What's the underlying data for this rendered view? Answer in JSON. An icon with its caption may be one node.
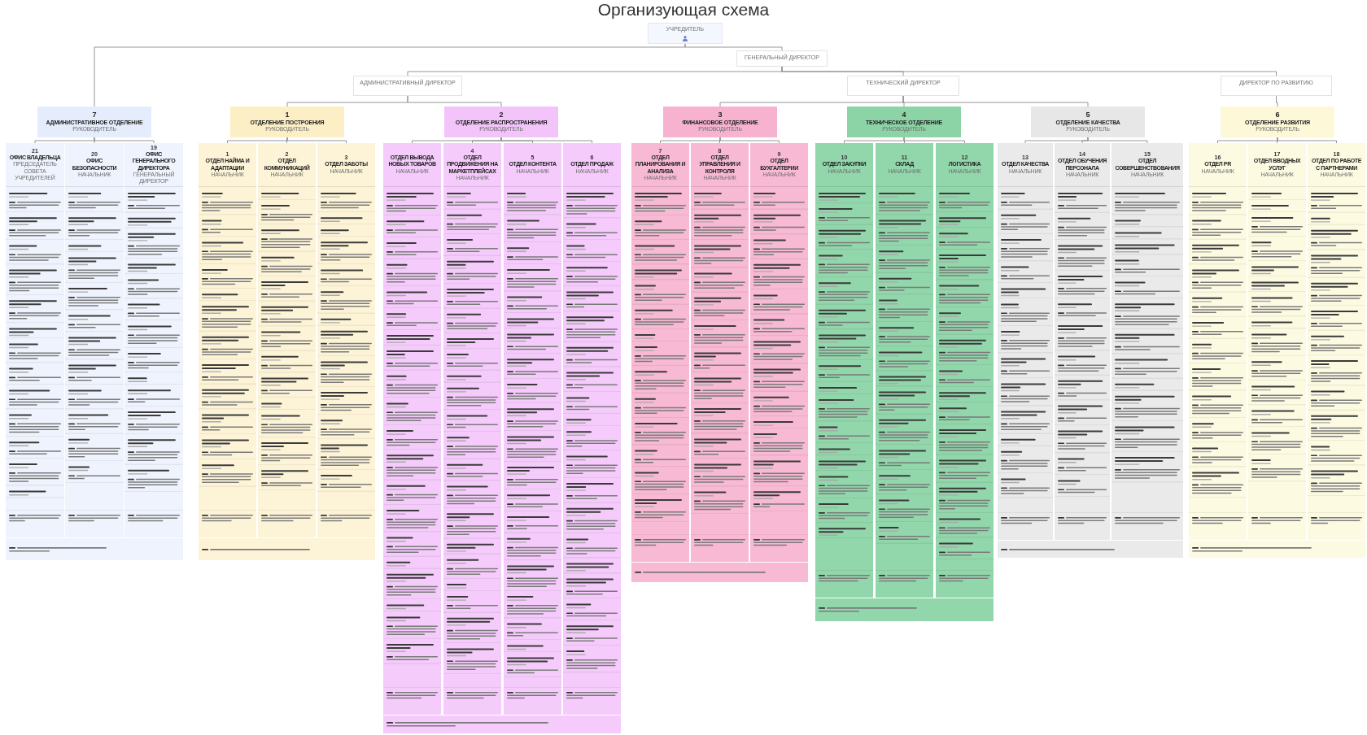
{
  "diagram": {
    "title": "Организующая схема",
    "nodes": [
      {
        "text": [
          "УЧРЕДИТЕЛЬ"
        ]
      },
      {
        "text": [
          "ГЕНЕРАЛЬНЫЙ ДИРЕКТОР"
        ]
      },
      {
        "text": [
          "АДМИНИСТРАТИВНЫЙ ДИРЕКТОР"
        ]
      },
      {
        "text": [
          "ТЕХНИЧЕСКИЙ ДИРЕКТОР"
        ]
      },
      {
        "text": [
          "ДИРЕКТОР ПО РАЗВИТИЮ"
        ]
      },
      {
        "text": [
          "7",
          "АДМИНИСТРАТИВНОЕ ОТДЕЛЕНИЕ",
          "РУКОВОДИТЕЛЬ"
        ]
      },
      {
        "text": [
          "1",
          "ОТДЕЛЕНИЕ ПОСТРОЕНИЯ",
          "РУКОВОДИТЕЛЬ"
        ]
      },
      {
        "text": [
          "2",
          "ОТДЕЛЕНИЕ РАСПРОСТРАНЕНИЯ",
          "РУКОВОДИТЕЛЬ"
        ]
      },
      {
        "text": [
          "3",
          "ФИНАНСОВОЕ ОТДЕЛЕНИЕ",
          "РУКОВОДИТЕЛЬ"
        ]
      },
      {
        "text": [
          "4",
          "ТЕХНИЧЕСКОЕ ОТДЕЛЕНИЕ",
          "РУКОВОДИТЕЛЬ"
        ]
      },
      {
        "text": [
          "5",
          "ОТДЕЛЕНИЕ КАЧЕСТВА",
          "РУКОВОДИТЕЛЬ"
        ]
      },
      {
        "text": [
          "6",
          "ОТДЕЛЕНИЕ РАЗВИТИЯ",
          "РУКОВОДИТЕЛЬ"
        ]
      },
      {
        "text": [
          "21",
          "ОФИС ВЛАДЕЛЬЦА",
          "ПРЕДСЕДАТЕЛЬ СОВЕТА УЧРЕДИТЕЛЕЙ"
        ]
      },
      {
        "text": [
          "20",
          "ОФИС БЕЗОПАСНОСТИ",
          "НАЧАЛЬНИК"
        ]
      },
      {
        "text": [
          "19",
          "ОФИС ГЕНЕРАЛЬНОГО ДИРЕКТОРА",
          "ГЕНЕРАЛЬНЫЙ ДИРЕКТОР"
        ]
      },
      {
        "text": [
          "1",
          "ОТДЕЛ НАЙМА И АДАПТАЦИИ",
          "НАЧАЛЬНИК"
        ]
      },
      {
        "text": [
          "2",
          "ОТДЕЛ КОММУНИКАЦИЙ",
          "НАЧАЛЬНИК"
        ]
      },
      {
        "text": [
          "3",
          "ОТДЕЛ ЗАБОТЫ",
          "НАЧАЛЬНИК"
        ]
      },
      {
        "text": [
          "ОТДЕЛ ВЫВОДА НОВЫХ ТОВАРОВ",
          "НАЧАЛЬНИК"
        ]
      },
      {
        "text": [
          "4",
          "ОТДЕЛ ПРОДВИЖЕНИЯ НА МАРКЕТПЛЕЙСАХ",
          "НАЧАЛЬНИК"
        ]
      },
      {
        "text": [
          "5",
          "ОТДЕЛ КОНТЕНТА",
          "НАЧАЛЬНИК"
        ]
      },
      {
        "text": [
          "6",
          "ОТДЕЛ ПРОДАЖ",
          "НАЧАЛЬНИК"
        ]
      },
      {
        "text": [
          "7",
          "ОТДЕЛ ПЛАНИРОВАНИЯ И АНАЛИЗА",
          "НАЧАЛЬНИК"
        ]
      },
      {
        "text": [
          "8",
          "ОТДЕЛ УПРАВЛЕНИЯ И КОНТРОЛЯ",
          "НАЧАЛЬНИК"
        ]
      },
      {
        "text": [
          "9",
          "ОТДЕЛ БУХГАЛТЕРИИ",
          "НАЧАЛЬНИК"
        ]
      },
      {
        "text": [
          "10",
          "ОТДЕЛ ЗАКУПКИ",
          "НАЧАЛЬНИК"
        ]
      },
      {
        "text": [
          "11",
          "СКЛАД",
          "НАЧАЛЬНИК"
        ]
      },
      {
        "text": [
          "12",
          "ЛОГИСТИКА",
          "НАЧАЛЬНИК"
        ]
      },
      {
        "text": [
          "13",
          "ОТДЕЛ КАЧЕСТВА",
          "НАЧАЛЬНИК"
        ]
      },
      {
        "text": [
          "14",
          "ОТДЕЛ ОБУЧЕНИЯ ПЕРСОНАЛА",
          "НАЧАЛЬНИК"
        ]
      },
      {
        "text": [
          "15",
          "ОТДЕЛ СОВЕРШЕНСТВОВАНИЯ",
          "НАЧАЛЬНИК"
        ]
      },
      {
        "text": [
          "16",
          "ОТДЕЛ PR",
          "НАЧАЛЬНИК"
        ]
      },
      {
        "text": [
          "17",
          "ОТДЕЛ ВВОДНЫХ УСЛУГ",
          "НАЧАЛЬНИК"
        ]
      },
      {
        "text": [
          "18",
          "ОТДЕЛ ПО РАБОТЕ С ПАРТНЕРАМИ",
          "НАЧАЛЬНИК"
        ]
      }
    ],
    "edges": [
      {
        "from": 0,
        "to": 1,
        "arrow": "none"
      },
      {
        "from": 0,
        "to": 5,
        "arrow": "none"
      },
      {
        "from": 1,
        "to": 2,
        "arrow": "none"
      },
      {
        "from": 1,
        "to": 3,
        "arrow": "none"
      },
      {
        "from": 1,
        "to": 4,
        "arrow": "none"
      },
      {
        "from": 2,
        "to": 6,
        "arrow": "none"
      },
      {
        "from": 2,
        "to": 7,
        "arrow": "none"
      },
      {
        "from": 3,
        "to": 8,
        "arrow": "none"
      },
      {
        "from": 3,
        "to": 9,
        "arrow": "none"
      },
      {
        "from": 3,
        "to": 10,
        "arrow": "none"
      },
      {
        "from": 4,
        "to": 11,
        "arrow": "none"
      },
      {
        "from": 5,
        "to": 12,
        "arrow": "none"
      },
      {
        "from": 5,
        "to": 13,
        "arrow": "none"
      },
      {
        "from": 5,
        "to": 14,
        "arrow": "none"
      },
      {
        "from": 6,
        "to": 15,
        "arrow": "none"
      },
      {
        "from": 6,
        "to": 16,
        "arrow": "none"
      },
      {
        "from": 6,
        "to": 17,
        "arrow": "none"
      },
      {
        "from": 7,
        "to": 18,
        "arrow": "none"
      },
      {
        "from": 7,
        "to": 19,
        "arrow": "none"
      },
      {
        "from": 7,
        "to": 20,
        "arrow": "none"
      },
      {
        "from": 7,
        "to": 21,
        "arrow": "none"
      },
      {
        "from": 8,
        "to": 22,
        "arrow": "none"
      },
      {
        "from": 8,
        "to": 23,
        "arrow": "none"
      },
      {
        "from": 8,
        "to": 24,
        "arrow": "none"
      },
      {
        "from": 9,
        "to": 25,
        "arrow": "none"
      },
      {
        "from": 9,
        "to": 26,
        "arrow": "none"
      },
      {
        "from": 9,
        "to": 27,
        "arrow": "none"
      },
      {
        "from": 10,
        "to": 28,
        "arrow": "none"
      },
      {
        "from": 10,
        "to": 29,
        "arrow": "none"
      },
      {
        "from": 10,
        "to": 30,
        "arrow": "none"
      },
      {
        "from": 11,
        "to": 31,
        "arrow": "none"
      },
      {
        "from": 11,
        "to": 32,
        "arrow": "none"
      },
      {
        "from": 11,
        "to": 33,
        "arrow": "none"
      }
    ]
  }
}
